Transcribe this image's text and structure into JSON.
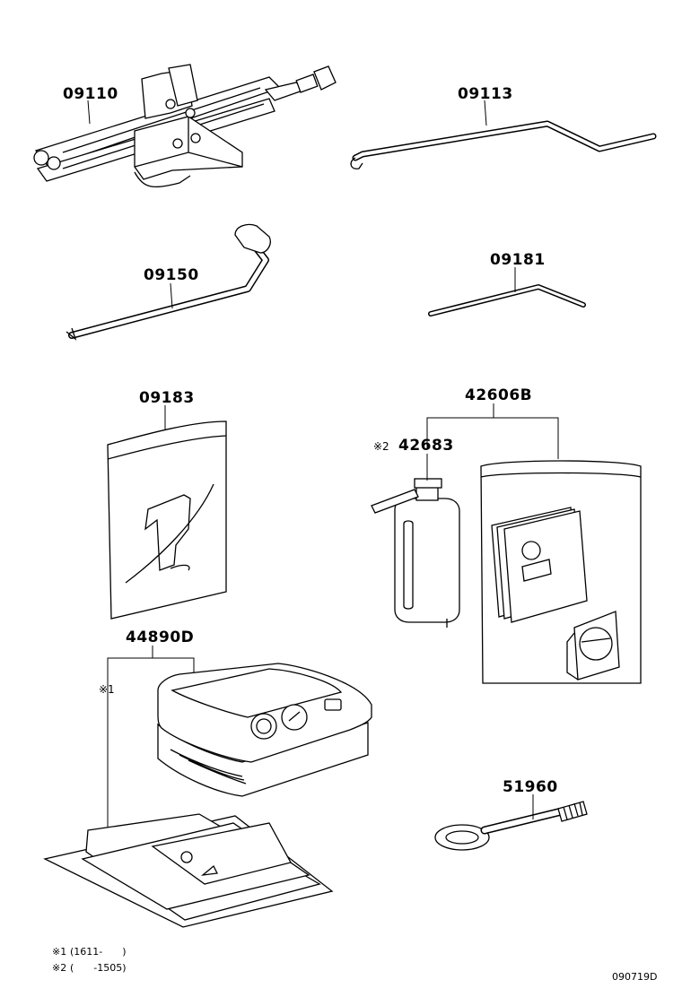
{
  "diagram": {
    "parts": [
      {
        "id": "p09110",
        "part_no": "09110"
      },
      {
        "id": "p09113",
        "part_no": "09113"
      },
      {
        "id": "p09150",
        "part_no": "09150"
      },
      {
        "id": "p09181",
        "part_no": "09181"
      },
      {
        "id": "p09183",
        "part_no": "09183"
      },
      {
        "id": "p42606b",
        "part_no": "42606B"
      },
      {
        "id": "p42683",
        "part_no": "42683",
        "note_mark": "※2"
      },
      {
        "id": "p44890d",
        "part_no": "44890D",
        "note_mark": "※1"
      },
      {
        "id": "p51960",
        "part_no": "51960"
      }
    ],
    "footnotes": [
      {
        "mark": "※1",
        "text": "(1611-　　)"
      },
      {
        "mark": "※2",
        "text": "(　　-1505)"
      }
    ],
    "diagram_code": "090719D"
  }
}
